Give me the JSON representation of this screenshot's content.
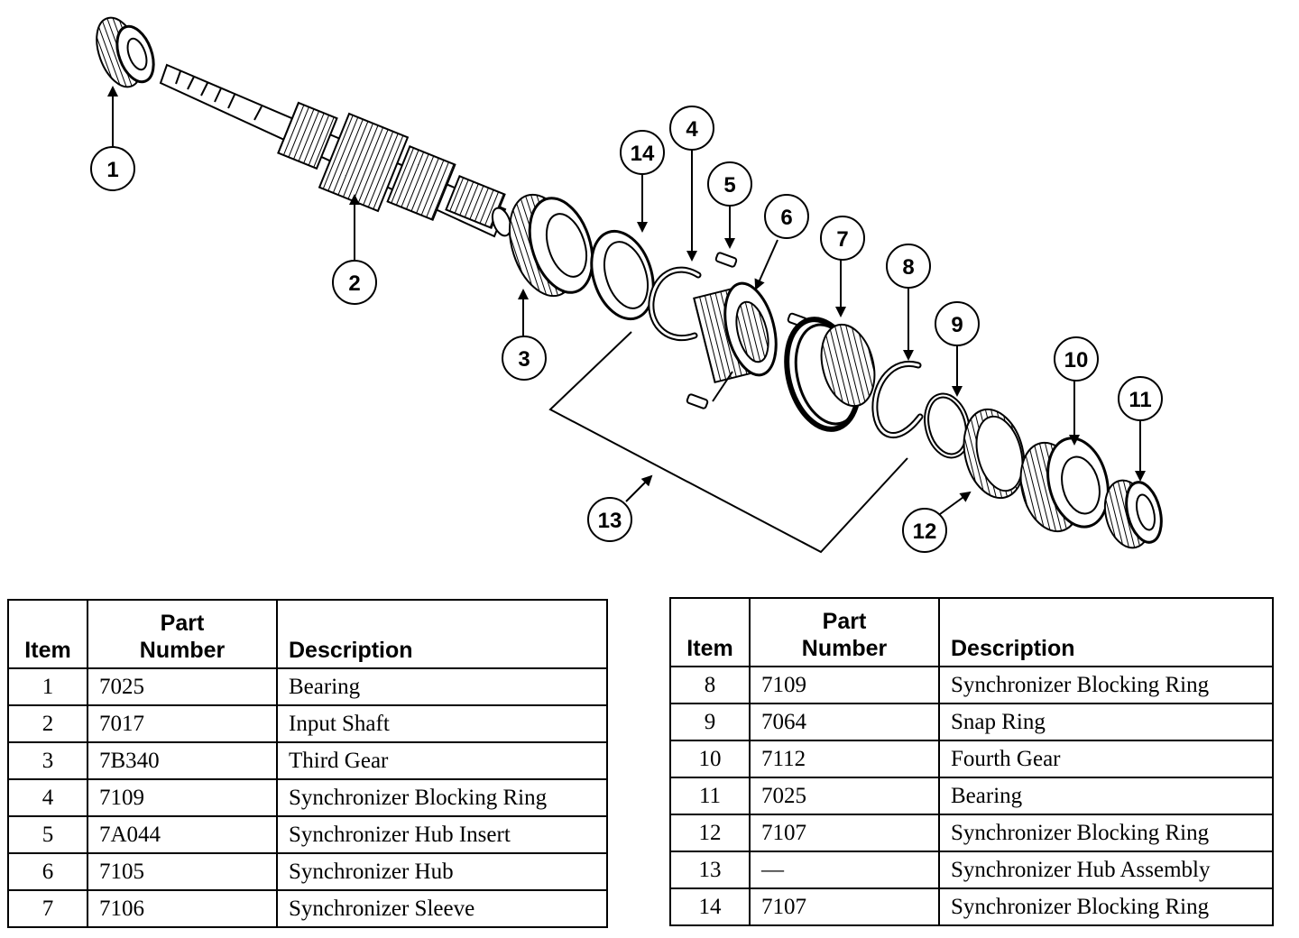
{
  "callouts": [
    "1",
    "2",
    "3",
    "4",
    "5",
    "6",
    "7",
    "8",
    "9",
    "10",
    "11",
    "12",
    "13",
    "14"
  ],
  "table": {
    "headers": {
      "item": "Item",
      "part_number": "Part\nNumber",
      "description": "Description"
    },
    "left_rows": [
      {
        "item": "1",
        "part": "7025",
        "desc": "Bearing"
      },
      {
        "item": "2",
        "part": "7017",
        "desc": "Input Shaft"
      },
      {
        "item": "3",
        "part": "7B340",
        "desc": "Third Gear"
      },
      {
        "item": "4",
        "part": "7109",
        "desc": "Synchronizer Blocking Ring"
      },
      {
        "item": "5",
        "part": "7A044",
        "desc": "Synchronizer Hub Insert"
      },
      {
        "item": "6",
        "part": "7105",
        "desc": "Synchronizer Hub"
      },
      {
        "item": "7",
        "part": "7106",
        "desc": "Synchronizer Sleeve"
      }
    ],
    "right_rows": [
      {
        "item": "8",
        "part": "7109",
        "desc": "Synchronizer Blocking Ring"
      },
      {
        "item": "9",
        "part": "7064",
        "desc": "Snap Ring"
      },
      {
        "item": "10",
        "part": "7112",
        "desc": "Fourth Gear"
      },
      {
        "item": "11",
        "part": "7025",
        "desc": "Bearing"
      },
      {
        "item": "12",
        "part": "7107",
        "desc": "Synchronizer Blocking Ring"
      },
      {
        "item": "13",
        "part": "—",
        "desc": "Synchronizer Hub Assembly"
      },
      {
        "item": "14",
        "part": "7107",
        "desc": "Synchronizer Blocking Ring"
      }
    ]
  }
}
